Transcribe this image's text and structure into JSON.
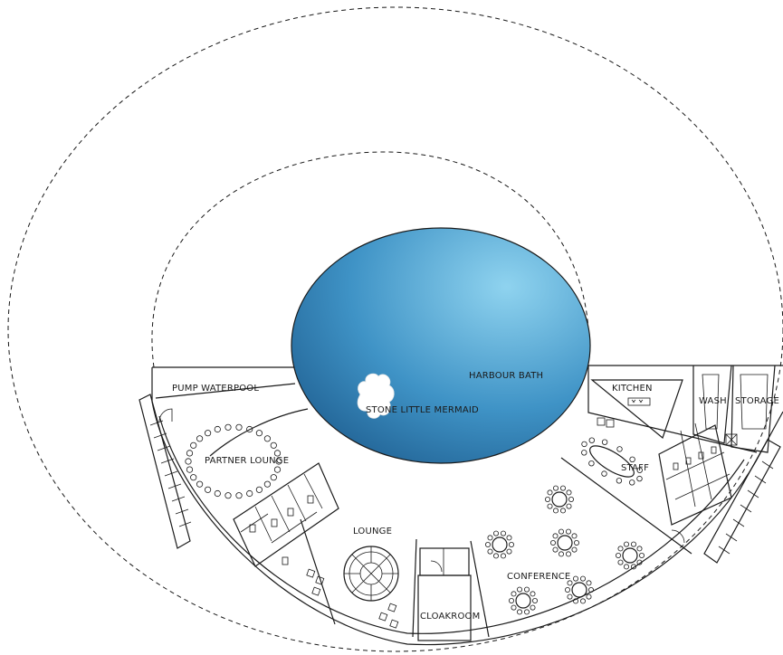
{
  "colors": {
    "water_light": "#8fd3ef",
    "water_mid": "#3f93c6",
    "water_dark": "#1c5a8c",
    "line": "#1a1a1a",
    "background": "#ffffff"
  },
  "labels": {
    "harbour_bath": "HARBOUR BATH",
    "stone_little_mermaid": "STONE LITTLE MERMAID",
    "pump_waterpool": "PUMP WATERPOOL",
    "partner_lounge": "PARTNER LOUNGE",
    "lounge": "LOUNGE",
    "cloakroom": "CLOAKROOM",
    "conference": "CONFERENCE",
    "staff": "STAFF",
    "kitchen": "KITCHEN",
    "wash": "WASH",
    "storage": "STORAGE"
  }
}
